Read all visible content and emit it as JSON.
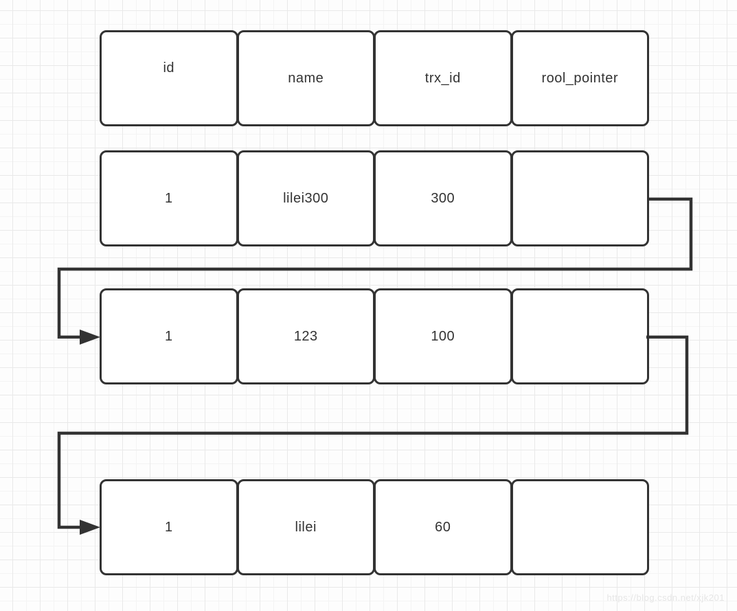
{
  "table": {
    "header": [
      "id",
      "name",
      "trx_id",
      "rool_pointer"
    ],
    "versions": [
      {
        "id": "1",
        "name": "lilei300",
        "trx_id": "300",
        "rool_pointer": ""
      },
      {
        "id": "1",
        "name": "123",
        "trx_id": "100",
        "rool_pointer": ""
      },
      {
        "id": "1",
        "name": "lilei",
        "trx_id": "60",
        "rool_pointer": ""
      }
    ]
  },
  "watermark": "https://blog.csdn.net/xjk201",
  "colors": {
    "stroke": "#333333",
    "text_color": "#333333",
    "cell_fill": "#ffffff",
    "canvas_bg": "#fdfdfd",
    "grid_minor": "#f4f4f4",
    "grid_major": "#e9e9e9",
    "watermark_color": "#e6e6e6"
  }
}
